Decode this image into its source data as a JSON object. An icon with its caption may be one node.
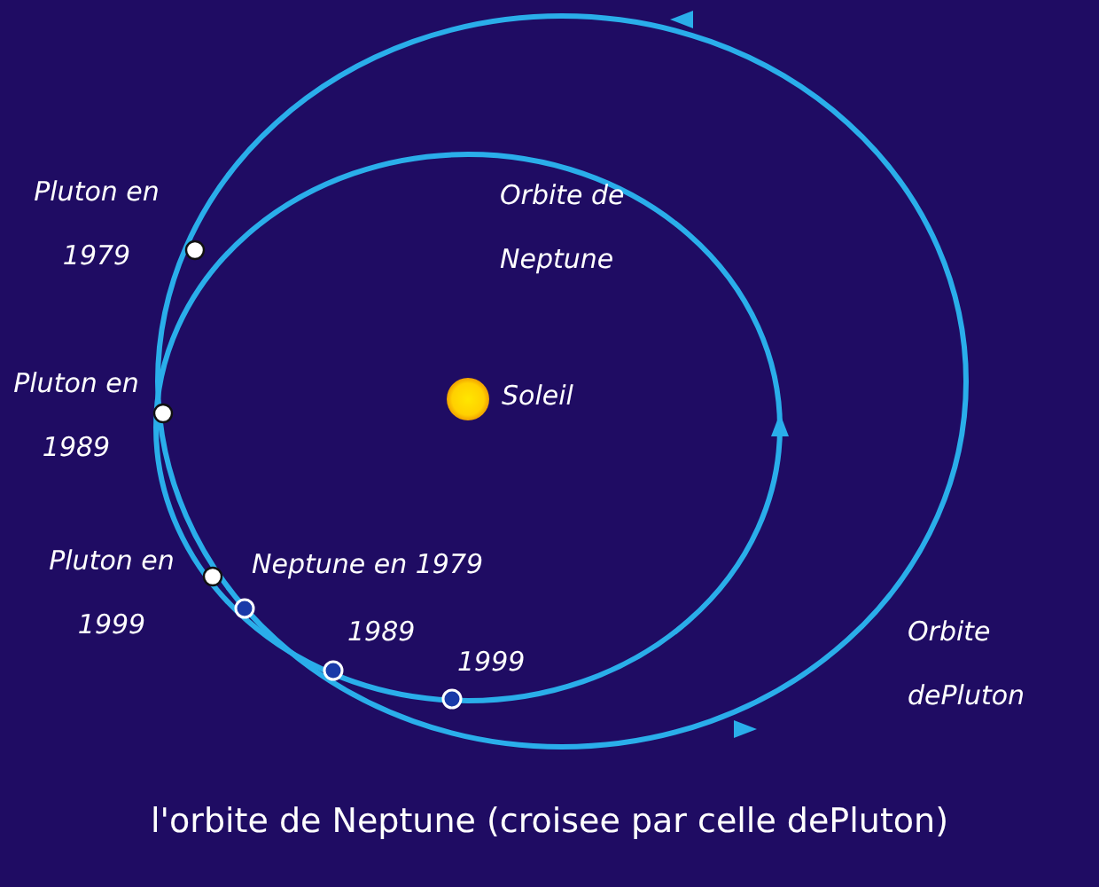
{
  "diagram": {
    "caption": "l'orbite de Neptune (croisee par celle dePluton)",
    "labels": [
      "Pluton en 1979",
      "Orbite de Neptune",
      "Pluton en 1989",
      "Soleil",
      "Pluton en 1999",
      "Neptune en 1979",
      "1989",
      "1999",
      "Orbite dePluton"
    ]
  }
}
